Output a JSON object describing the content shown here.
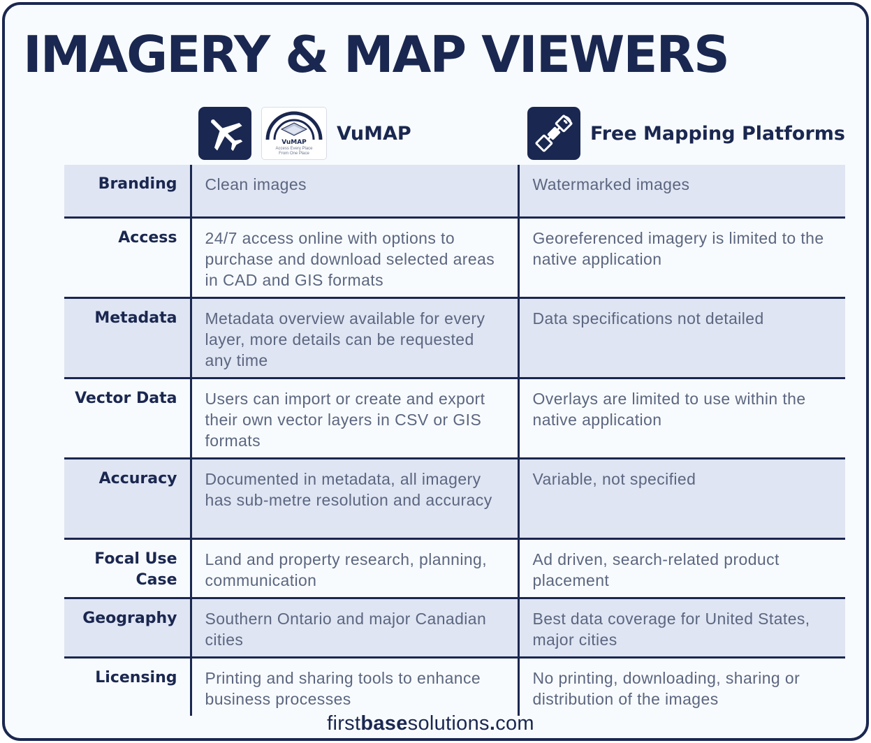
{
  "title": "IMAGERY & MAP VIEWERS",
  "columns": {
    "vumap": {
      "label": "VuMAP",
      "icon": "airplane-icon",
      "logo_text": "VuMAP",
      "logo_tagline": "Access Every Place From One Place"
    },
    "free": {
      "label": "Free Mapping Platforms",
      "icon": "satellite-icon"
    }
  },
  "colors": {
    "navy": "#1a2750",
    "row_shade": "#dfe5f2",
    "cell_text": "#5b6680"
  },
  "rows": [
    {
      "label": "Branding",
      "vumap": "Clean images",
      "free": "Watermarked images"
    },
    {
      "label": "Access",
      "vumap": "24/7 access online with options to purchase and download selected areas in CAD and GIS formats",
      "free": "Georeferenced imagery is limited to the native application"
    },
    {
      "label": "Metadata",
      "vumap": "Metadata overview available for every layer, more details can be requested any time",
      "free": "Data specifications not detailed"
    },
    {
      "label": "Vector Data",
      "vumap": "Users can import or create and export their own vector layers in CSV or GIS formats",
      "free": "Overlays are limited to use within the native application"
    },
    {
      "label": "Accuracy",
      "vumap": "Documented in metadata, all imagery has sub-metre resolution and accuracy",
      "free": "Variable, not specified"
    },
    {
      "label": "Focal Use Case",
      "vumap": "Land and property research, planning, communication",
      "free": "Ad driven, search-related product placement"
    },
    {
      "label": "Geography",
      "vumap": "Southern Ontario and major Canadian cities",
      "free": "Best data coverage for United States, major cities"
    },
    {
      "label": "Licensing",
      "vumap": "Printing and sharing tools to enhance business processes",
      "free": "No printing, downloading, sharing or distribution of the images"
    }
  ],
  "footer": {
    "part1": "first",
    "part2": "base",
    "part3": "solutions",
    "part4": ".",
    "part5": "com"
  }
}
